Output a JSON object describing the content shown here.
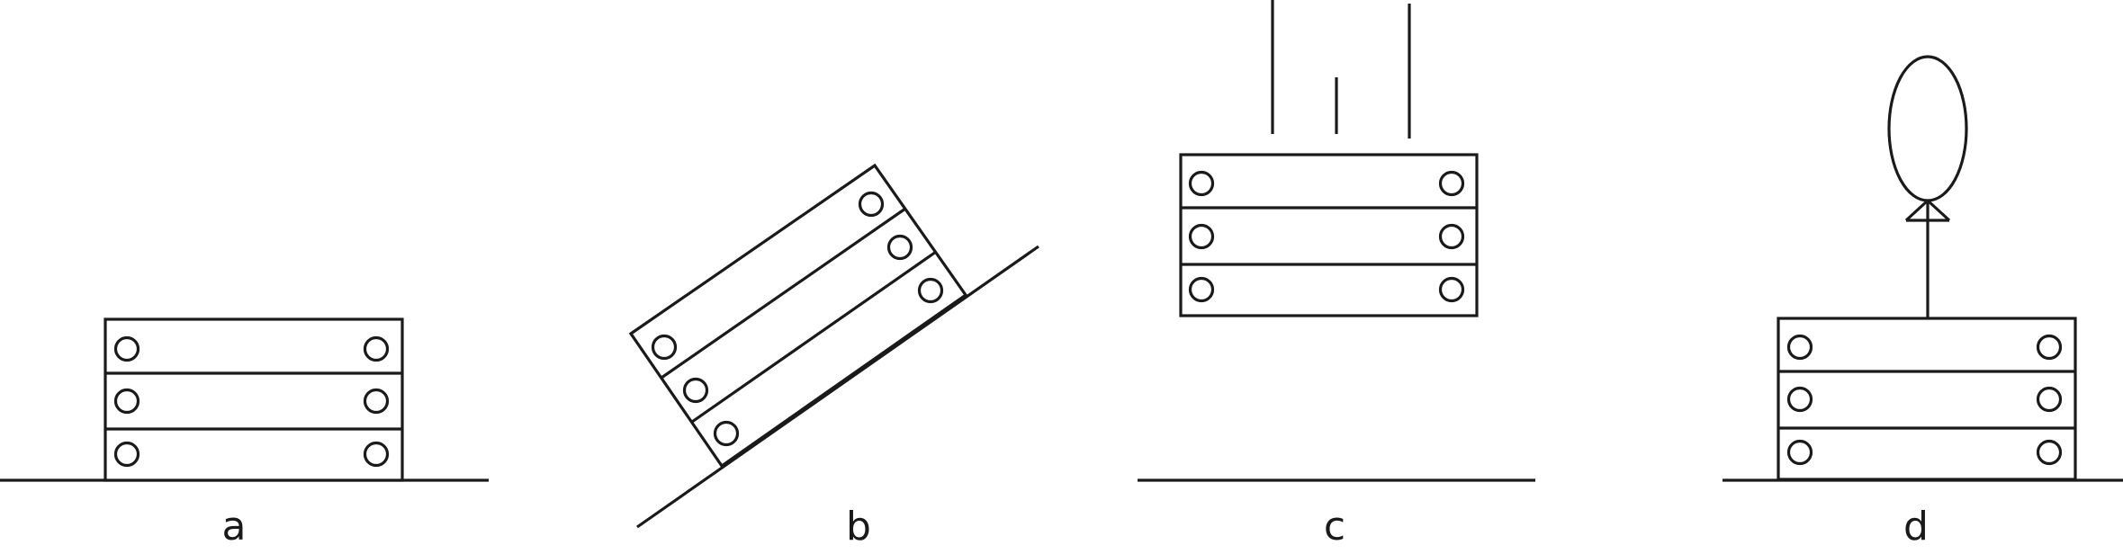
{
  "panels": [
    {
      "id": "a",
      "caption": "a"
    },
    {
      "id": "b",
      "caption": "b"
    },
    {
      "id": "c",
      "caption": "c"
    },
    {
      "id": "d",
      "caption": "d"
    }
  ]
}
